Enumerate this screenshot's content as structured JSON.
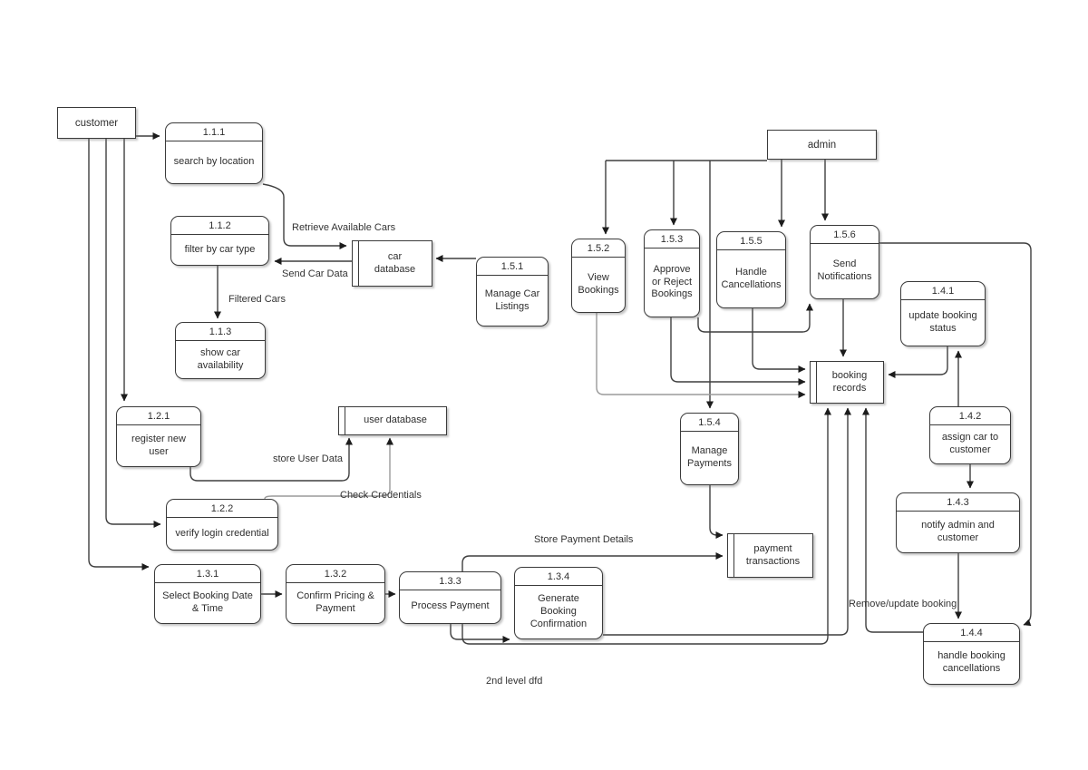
{
  "caption": "2nd level dfd",
  "colors": {
    "line": "#3f3f3f",
    "line_light": "#9a9a9a",
    "box_border": "#3a3a3a",
    "box_fill": "#ffffff",
    "background": "#ffffff"
  },
  "entities": [
    {
      "label": "customer"
    },
    {
      "label": "admin"
    }
  ],
  "processes": [
    {
      "num": "1.1.1",
      "label": "search by location"
    },
    {
      "num": "1.1.2",
      "label": "filter by car type"
    },
    {
      "num": "1.1.3",
      "label": "show car availability"
    },
    {
      "num": "1.2.1",
      "label": "register new user"
    },
    {
      "num": "1.2.2",
      "label": "verify login credential"
    },
    {
      "num": "1.3.1",
      "label": "Select Booking Date & Time"
    },
    {
      "num": "1.3.2",
      "label": "Confirm Pricing & Payment"
    },
    {
      "num": "1.3.3",
      "label": "Process Payment"
    },
    {
      "num": "1.3.4",
      "label": "Generate Booking Confirmation"
    },
    {
      "num": "1.5.1",
      "label": "Manage Car Listings"
    },
    {
      "num": "1.5.2",
      "label": "View Bookings"
    },
    {
      "num": "1.5.3",
      "label": "Approve or Reject Bookings"
    },
    {
      "num": "1.5.4",
      "label": "Manage Payments"
    },
    {
      "num": "1.5.5",
      "label": "Handle Cancellations"
    },
    {
      "num": "1.5.6",
      "label": "Send Notifications"
    },
    {
      "num": "1.4.1",
      "label": "update booking status"
    },
    {
      "num": "1.4.2",
      "label": "assign car to customer"
    },
    {
      "num": "1.4.3",
      "label": "notify admin and customer"
    },
    {
      "num": "1.4.4",
      "label": "handle booking cancellations"
    }
  ],
  "datastores": [
    {
      "label": "car database"
    },
    {
      "label": "user database"
    },
    {
      "label": "booking records"
    },
    {
      "label": "payment transactions"
    }
  ],
  "flow_labels": [
    {
      "text": "Retrieve Available Cars"
    },
    {
      "text": "Send Car Data"
    },
    {
      "text": "Filtered Cars"
    },
    {
      "text": "store User Data"
    },
    {
      "text": "Check Credentials"
    },
    {
      "text": "Store Payment Details"
    },
    {
      "text": "Remove/update booking"
    }
  ]
}
